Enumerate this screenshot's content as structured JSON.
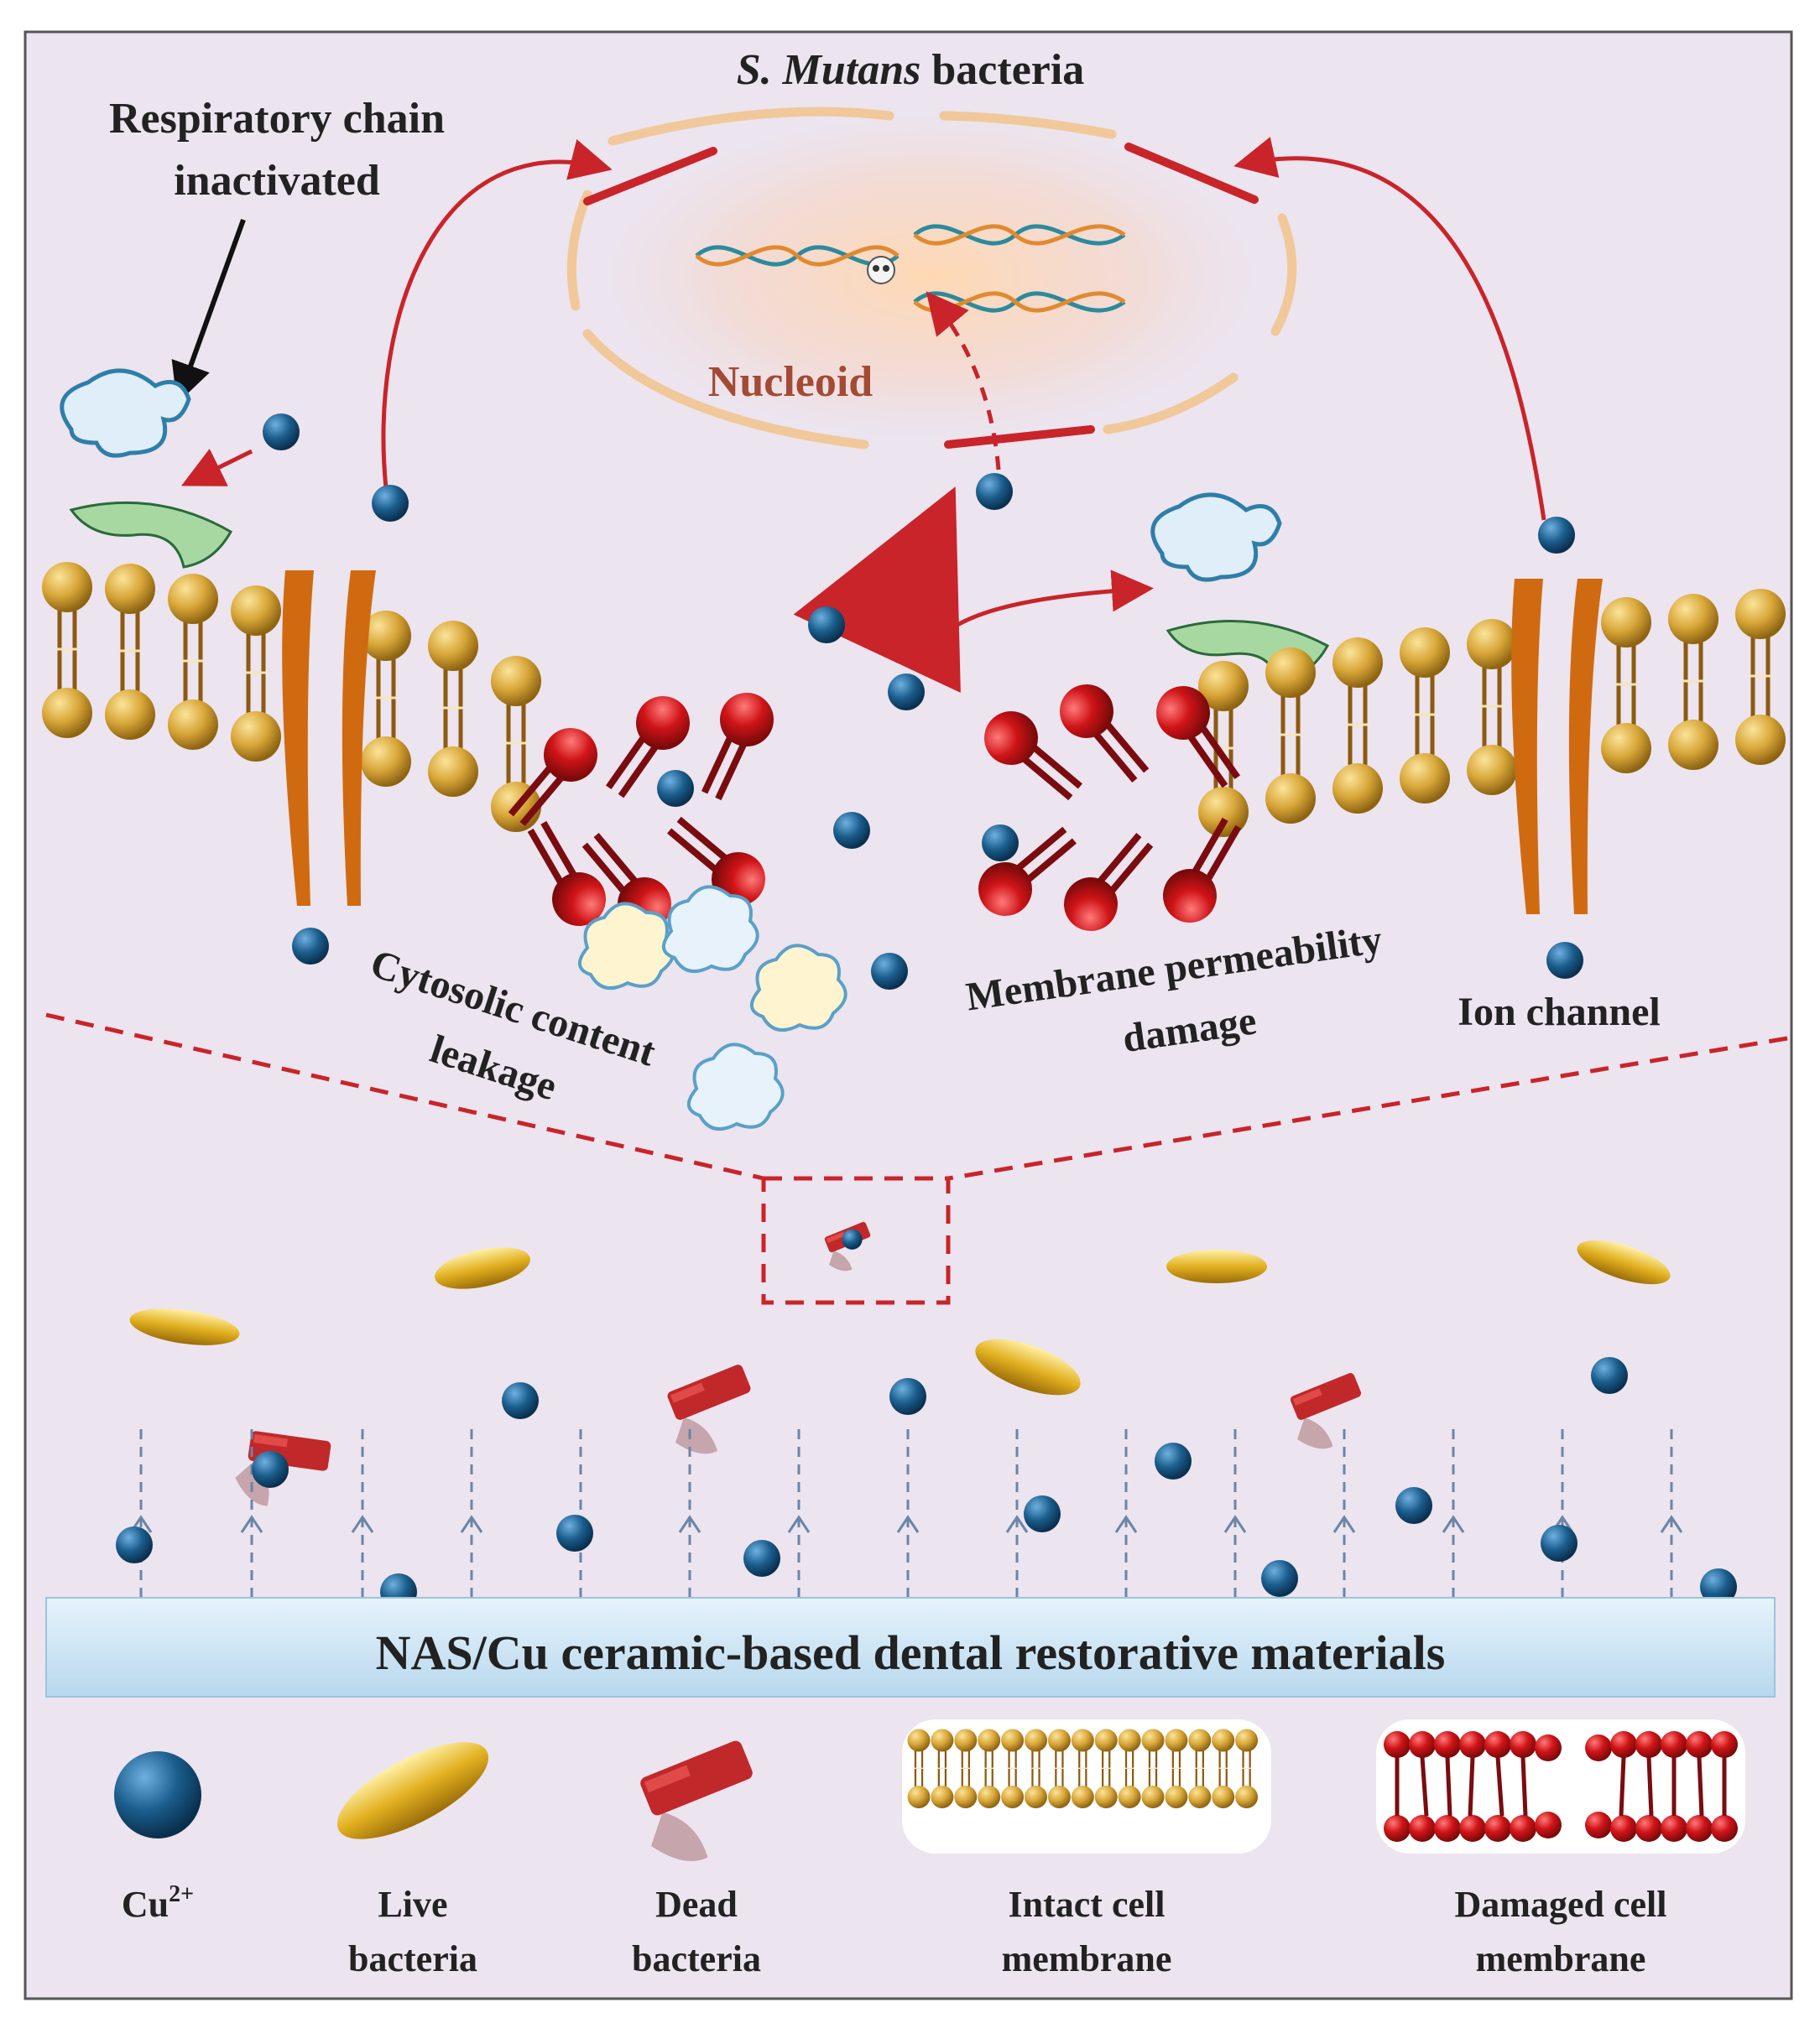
{
  "title": {
    "species": "S. Mutans",
    "rest": " bacteria"
  },
  "labels": {
    "respiratory_line1": "Respiratory chain",
    "respiratory_line2": "inactivated",
    "nucleoid": "Nucleoid",
    "cytosolic_line1": "Cytosolic content",
    "cytosolic_line2": "leakage",
    "membrane_line1": "Membrane permeability",
    "membrane_line2": "damage",
    "ion_channel": "Ion channel",
    "material_bar": "NAS/Cu ceramic-based dental restorative materials"
  },
  "legend": {
    "cu_base": "Cu",
    "cu_sup": "2+",
    "live_line1": "Live",
    "live_line2": "bacteria",
    "dead_line1": "Dead",
    "dead_line2": "bacteria",
    "intact_line1": "Intact cell",
    "intact_line2": "membrane",
    "damaged_line1": "Damaged cell",
    "damaged_line2": "membrane"
  },
  "colors": {
    "background": "#ece4ee",
    "lipid_head": "#d8a638",
    "lipid_tail": "#8c5a12",
    "damaged_lipid": "#d01418",
    "damaged_tail": "#7a0c10",
    "cu_ion": "#1a5d8c",
    "arrow_red": "#c8242a",
    "nucleoid_ring": "#f0c89a",
    "material_bar": "#c9e2f2",
    "live_bacteria": "#e2b020",
    "dead_bacteria": "#c0282a",
    "protein_blue": "#dfeef8",
    "protein_green": "#a8d8a2",
    "channel": "#d06a10",
    "dashed_arrow": "#6a86a8"
  }
}
